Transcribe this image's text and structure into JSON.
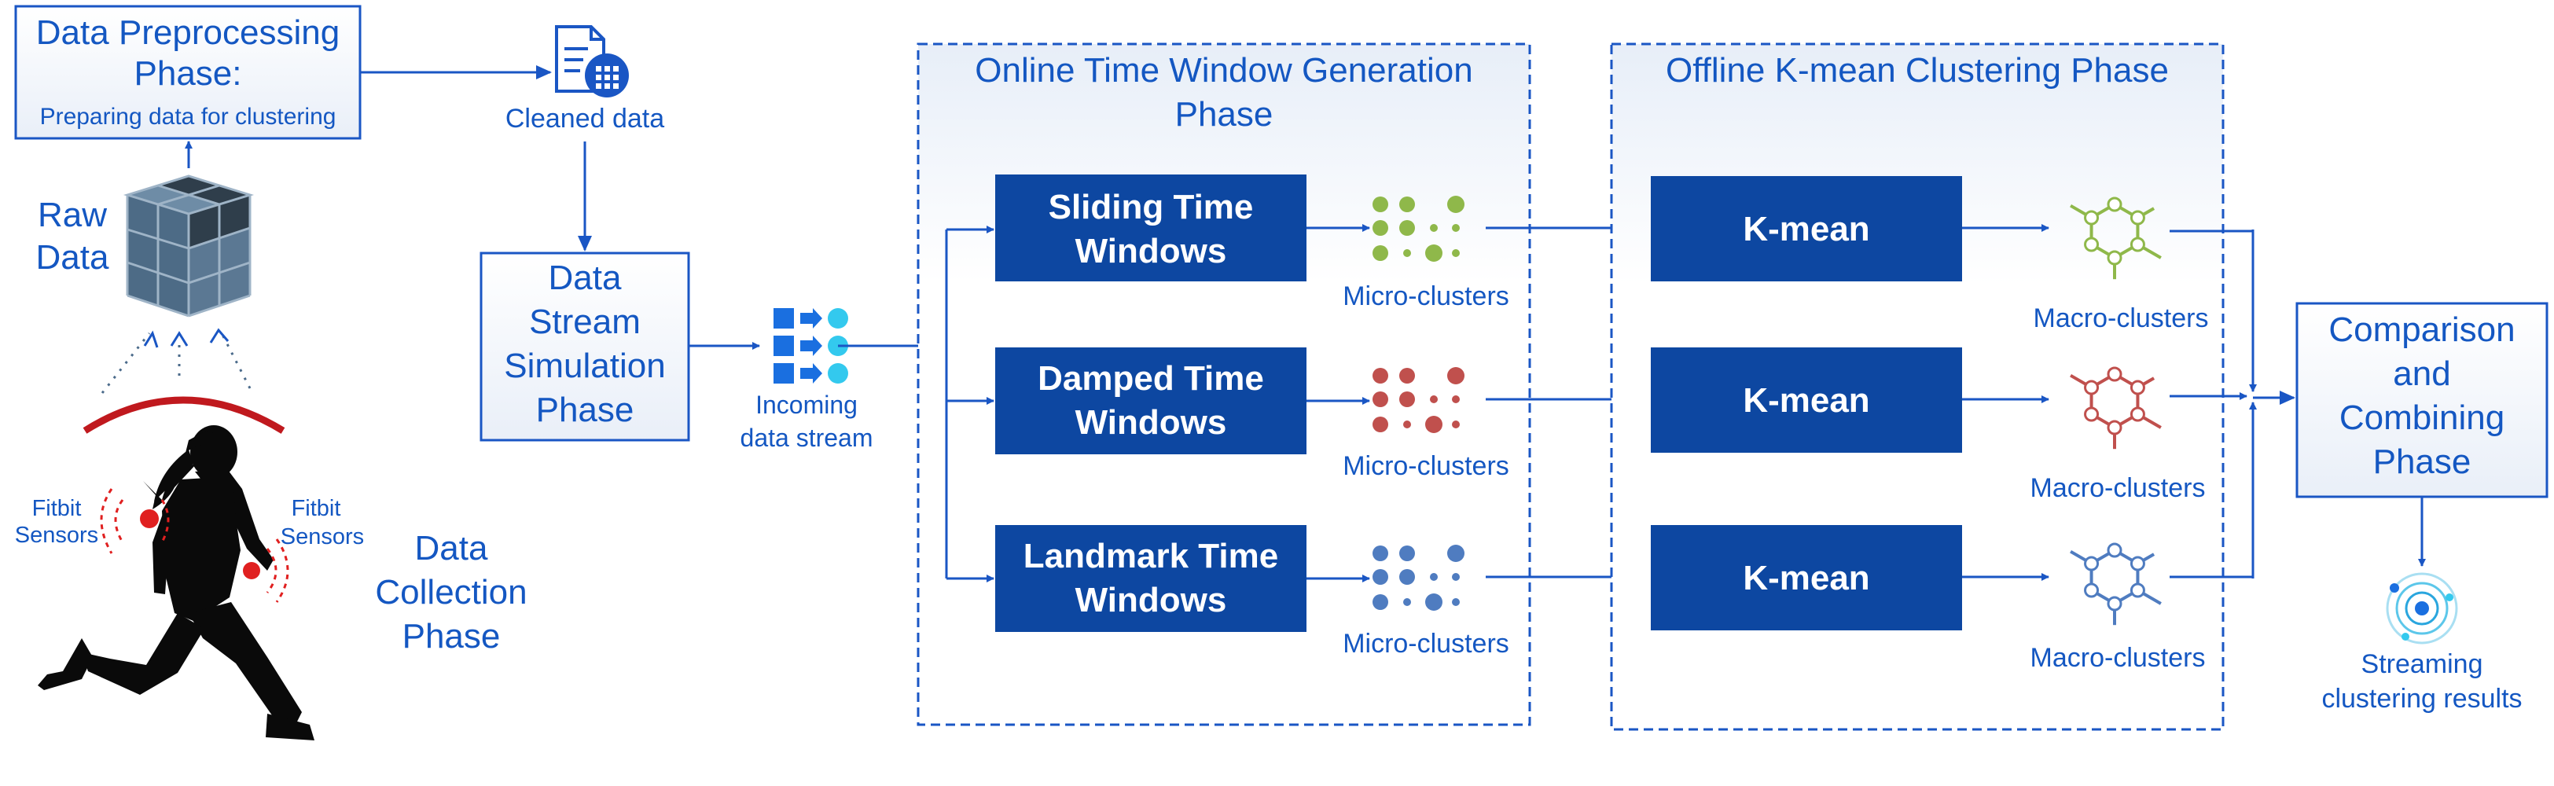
{
  "preprocessing": {
    "title_line1": "Data Preprocessing",
    "title_line2": "Phase:",
    "subtitle": "Preparing data for clustering"
  },
  "raw_data": {
    "line1": "Raw",
    "line2": "Data"
  },
  "cleaned_data": "Cleaned data",
  "stream_sim": {
    "line1": "Data",
    "line2": "Stream",
    "line3": "Simulation",
    "line4": "Phase"
  },
  "incoming": {
    "line1": "Incoming",
    "line2": "data stream"
  },
  "collection": {
    "sensor_left": {
      "line1": "Fitbit",
      "line2": "Sensors"
    },
    "sensor_right": {
      "line1": "Fitbit",
      "line2": "Sensors"
    },
    "phase": {
      "line1": "Data",
      "line2": "Collection",
      "line3": "Phase"
    }
  },
  "online": {
    "title_line1": "Online Time Window Generation",
    "title_line2": "Phase",
    "windows": [
      {
        "line1": "Sliding Time",
        "line2": "Windows",
        "micro": "Micro-clusters",
        "color": "#8fb84a"
      },
      {
        "line1": "Damped Time",
        "line2": "Windows",
        "micro": "Micro-clusters",
        "color": "#c0504d"
      },
      {
        "line1": "Landmark Time",
        "line2": "Windows",
        "micro": "Micro-clusters",
        "color": "#4f7cc0"
      }
    ]
  },
  "offline": {
    "title": "Offline K-mean Clustering Phase",
    "kmeans": [
      "K-mean",
      "K-mean",
      "K-mean"
    ],
    "macro": [
      "Macro-clusters",
      "Macro-clusters",
      "Macro-clusters"
    ]
  },
  "comparison": {
    "line1": "Comparison",
    "line2": "and",
    "line3": "Combining",
    "line4": "Phase"
  },
  "results": {
    "line1": "Streaming",
    "line2": "clustering results"
  },
  "colors": {
    "primary": "#0d47a1",
    "text_blue": "#1457c2",
    "line": "#1a56c4",
    "sensor_red": "#d42020"
  }
}
